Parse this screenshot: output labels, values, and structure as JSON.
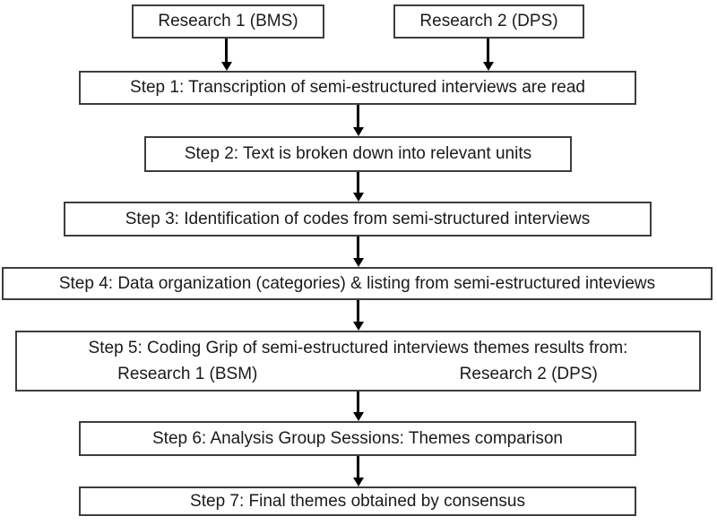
{
  "diagram": {
    "type": "flowchart",
    "background_color": "#ffffff",
    "box_border_color": "#3d3d3d",
    "box_fill_color": "#ffffff",
    "arrow_color": "#000000",
    "text_color": "#1a1a1a",
    "sources": [
      {
        "label": "Research 1 (BMS)"
      },
      {
        "label": "Research 2 (DPS)"
      }
    ],
    "steps": [
      {
        "label": "Step 1: Transcription of semi-estructured interviews are read"
      },
      {
        "label": "Step 2: Text is broken down into relevant units"
      },
      {
        "label": "Step 3: Identification of codes from semi-structured interviews"
      },
      {
        "label": "Step 4: Data organization (categories) & listing from semi-estructured inteviews"
      },
      {
        "label": "Step 5: Coding Grip of semi-estructured interviews themes results from:",
        "sub_labels": [
          "Research 1 (BSM)",
          "Research 2 (DPS)"
        ]
      },
      {
        "label": "Step 6: Analysis Group Sessions: Themes comparison"
      },
      {
        "label": "Step 7: Final themes obtained by consensus"
      }
    ],
    "connections": [
      {
        "from": "research-1",
        "to": "step-1"
      },
      {
        "from": "research-2",
        "to": "step-1"
      },
      {
        "from": "step-1",
        "to": "step-2"
      },
      {
        "from": "step-2",
        "to": "step-3"
      },
      {
        "from": "step-3",
        "to": "step-4"
      },
      {
        "from": "step-4",
        "to": "step-5"
      },
      {
        "from": "step-5",
        "to": "step-6"
      },
      {
        "from": "step-6",
        "to": "step-7"
      }
    ]
  }
}
